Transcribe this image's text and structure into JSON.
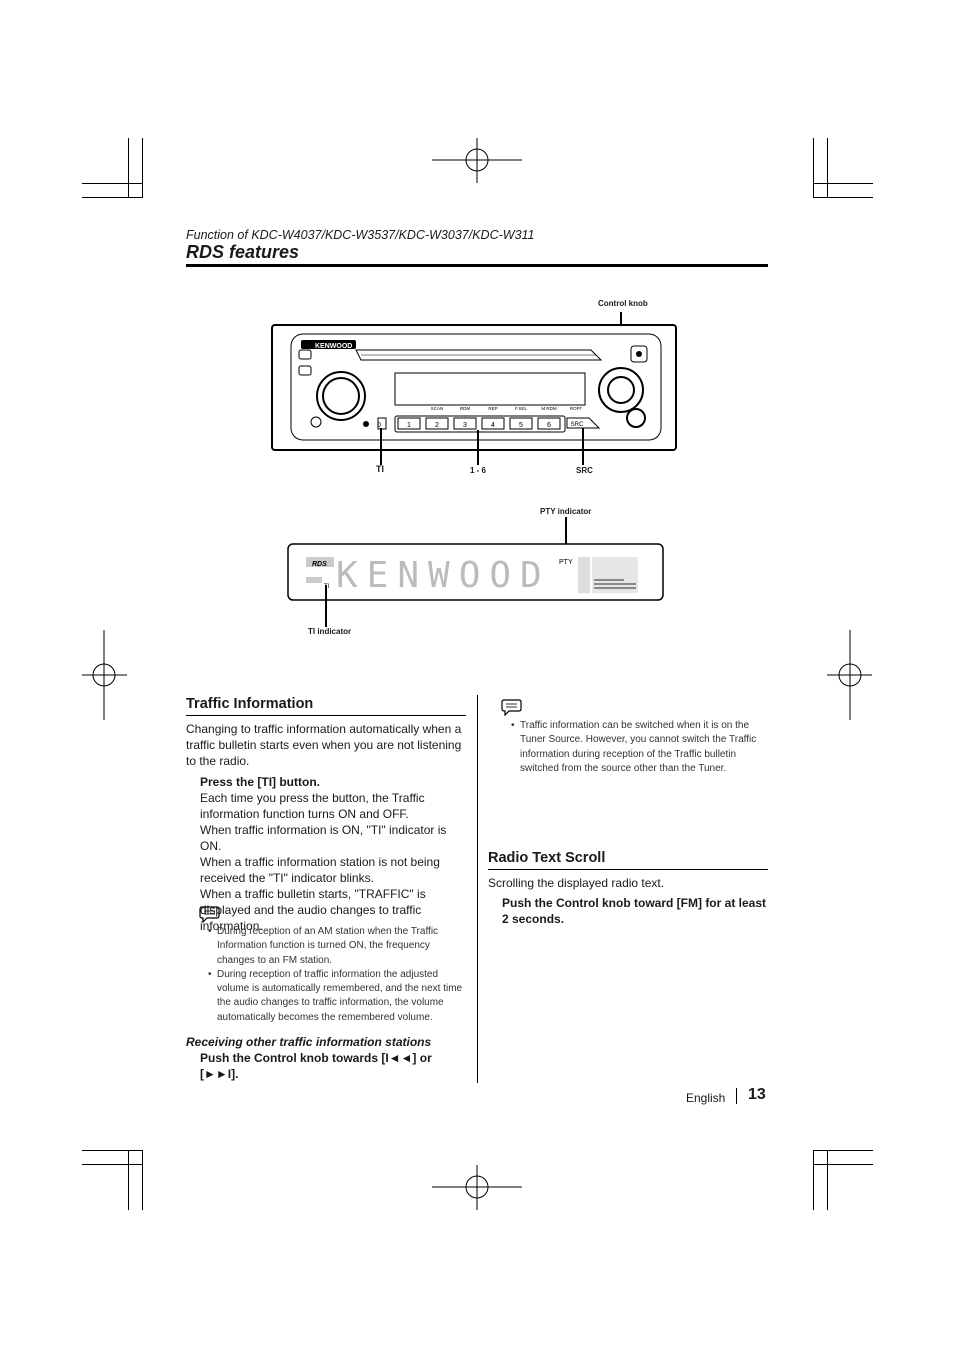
{
  "header": {
    "subtitle": "Function of KDC-W4037/KDC-W3537/KDC-W3037/KDC-W311",
    "title": "RDS features"
  },
  "figure": {
    "brand": "KENWOOD",
    "labels": {
      "control_knob": "Control knob",
      "ti": "TI",
      "presets": "1 - 6",
      "src": "SRC",
      "pty_indicator": "PTY indicator",
      "ti_indicator": "TI indicator"
    },
    "unit_buttons": {
      "ti_button": "0",
      "presets": [
        "1",
        "2",
        "3",
        "4",
        "5",
        "6"
      ],
      "src_button": "SRC",
      "function_labels": [
        "SCAN",
        "RDM",
        "REP",
        "F.SEL",
        "M.RDM",
        "ROFF"
      ]
    },
    "display": {
      "text": "KENWOOD",
      "pty": "PTY",
      "ti": "TI"
    }
  },
  "traffic": {
    "heading": "Traffic Information",
    "intro": "Changing to traffic information automatically when a traffic bulletin starts even when you are not listening to the radio.",
    "instruction": "Press the [TI] button.",
    "body": [
      "Each time you press the button, the Traffic information function turns ON and OFF.",
      "When traffic information is ON, \"TI\" indicator is ON.",
      "When a traffic information station is not being received the \"TI\" indicator blinks.",
      "When a traffic bulletin starts, \"TRAFFIC\" is displayed and the audio changes to traffic information."
    ],
    "notes": [
      "During reception of an AM station when the Traffic Information function is turned ON, the frequency changes to an FM station.",
      "During reception of traffic information the adjusted volume is automatically remembered, and the next time the audio changes to traffic information, the volume automatically becomes the remembered volume."
    ],
    "sub_heading": "Receiving other traffic information stations",
    "sub_instruction": "Push the Control knob towards [I◄◄] or [►►I]."
  },
  "right_col": {
    "note": "Traffic information can be switched when it is on the Tuner Source. However, you cannot switch the Traffic information during reception of the Traffic bulletin switched from the source other than the Tuner."
  },
  "radio_text": {
    "heading": "Radio Text Scroll",
    "intro": "Scrolling the displayed radio text.",
    "instruction": "Push the Control knob toward [FM] for at least 2 seconds."
  },
  "footer": {
    "language": "English",
    "page": "13"
  }
}
